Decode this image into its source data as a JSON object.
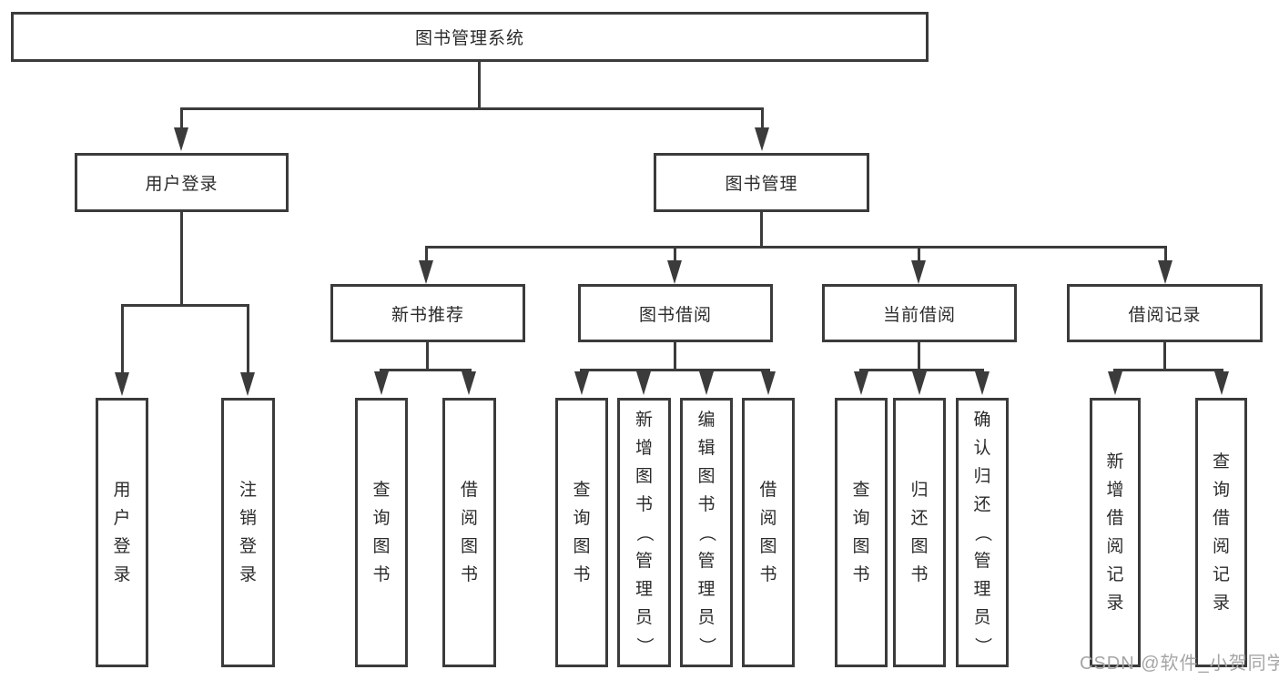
{
  "title": "图书管理系统",
  "level2": {
    "login": "用户登录",
    "management": "图书管理"
  },
  "level3": {
    "recommend": "新书推荐",
    "borrow": "图书借阅",
    "current": "当前借阅",
    "records": "借阅记录"
  },
  "leaves": {
    "login": [
      "用户登录",
      "注销登录"
    ],
    "recommend": [
      "查询图书",
      "借阅图书"
    ],
    "borrow": [
      "查询图书",
      "新增图书（管理员）",
      "编辑图书（管理员）",
      "借阅图书"
    ],
    "current": [
      "查询图书",
      "归还图书",
      "确认归还（管理员）"
    ],
    "records": [
      "新增借阅记录",
      "查询借阅记录"
    ]
  },
  "watermark": "CSDN @软件_小贺同学",
  "colors": {
    "line": "#3b3b3b",
    "text": "#2b2b2b",
    "watermark": "#a6a6a6",
    "background": "#ffffff"
  }
}
